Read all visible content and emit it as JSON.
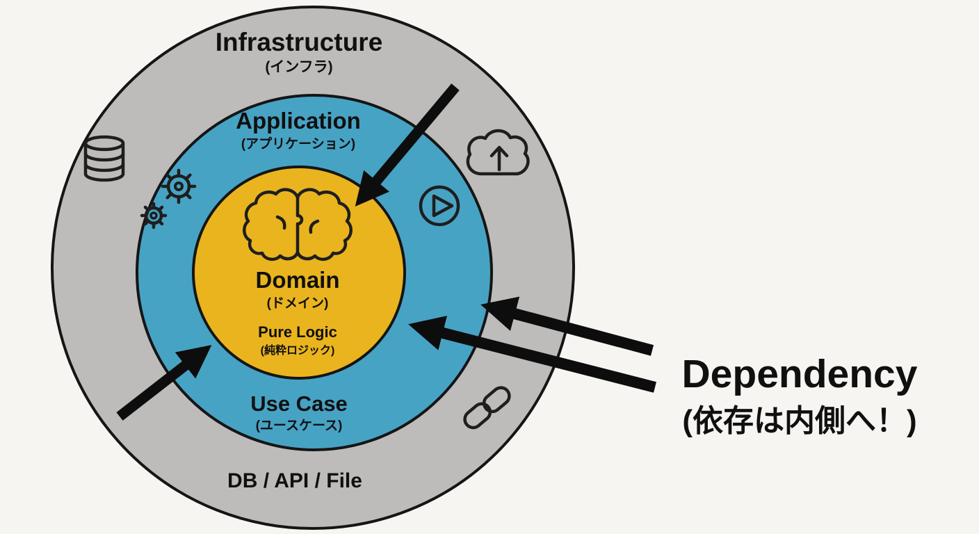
{
  "diagram_type": "concentric-architecture-rings",
  "colors": {
    "background": "#f7f5f1",
    "outline": "#151515",
    "arrow": "#0d0d0d",
    "icon": "#1e1e1e"
  },
  "rings": {
    "infrastructure": {
      "label": "Infrastructure",
      "label_ja": "(インフラ)",
      "bottom_label": "DB / API / File",
      "color": "#bdbcba"
    },
    "application": {
      "label": "Application",
      "label_ja": "(アプリケーション)",
      "bottom_label": "Use Case",
      "bottom_label_ja": "(ユースケース)",
      "color": "#47a3c4"
    },
    "domain": {
      "label": "Domain",
      "label_ja": "(ドメイン)",
      "sublabel": "Pure Logic",
      "sublabel_ja": "(純粋ロジック)",
      "color": "#eab41e"
    }
  },
  "annotation": {
    "label": "Dependency",
    "label_ja": "(依存は内側へ！)",
    "meaning": "dependencies point inward",
    "arrow_count": 4,
    "arrow_direction": "inward"
  },
  "icons": {
    "database-icon": "svg-cylinder",
    "gears-icon": "⚙",
    "cloud-upload-icon": "svg-cloud-arrow-up",
    "play-icon": "▷",
    "link-icon": "svg-chain-links",
    "brain-icon": "svg-brain"
  }
}
